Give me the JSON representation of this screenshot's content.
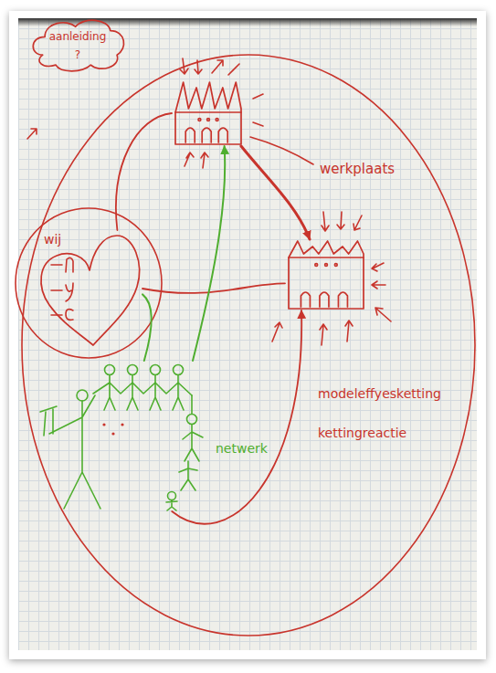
{
  "diagram": {
    "nodes": [
      {
        "text": [
          "aanleiding",
          "?"
        ]
      },
      {
        "text": [
          "werkplaats"
        ]
      },
      {
        "text": [
          "wij"
        ]
      },
      {
        "text": []
      },
      {
        "text": [
          "netwerk"
        ]
      }
    ],
    "edges": [
      {
        "from": 1,
        "to": 3,
        "arrow": "to"
      },
      {
        "from": 2,
        "to": 1,
        "arrow": "none"
      },
      {
        "from": 2,
        "to": 3,
        "arrow": "none"
      },
      {
        "from": 4,
        "to": 1,
        "arrow": "to"
      },
      {
        "from": 2,
        "to": 4,
        "arrow": "none"
      },
      {
        "from": 4,
        "to": 3,
        "arrow": "to"
      }
    ],
    "labels": [
      "modeleffyesketting",
      "kettingreactie"
    ]
  }
}
